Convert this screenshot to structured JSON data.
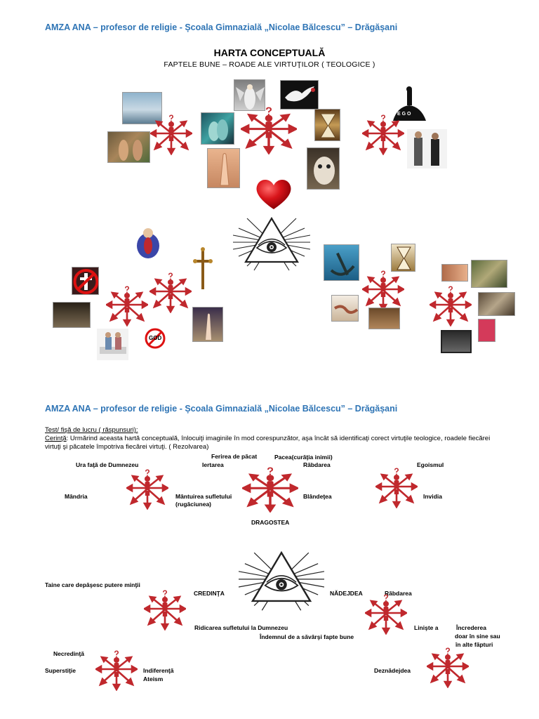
{
  "page": {
    "header_top": "AMZA ANA – profesor de religie - Școala Gimnazială „Nicolae Bălcescu” – Drăgășani",
    "title": "HARTA CONCEPTUALĂ",
    "subtitle": "FAPTELE BUNE – ROADE ALE VIRTUŢILOR  ( TEOLOGICE )",
    "header_bottom": "AMZA ANA – profesor de religie - Școala Gimnazială „Nicolae Bălcescu” – Drăgășani"
  },
  "top_images": {
    "ego_text": "E G O",
    "no_god_text": "GOD"
  },
  "test": {
    "heading": "Test/ fişă de lucru ( răspunsuri):",
    "instruction_label": "Cerinţă",
    "instruction_text": ": Urmărind aceasta hartă conceptuală, înlocuiţi imaginile în mod corespunzător, aşa încât să identificaţi corect virtuţile teologice, roadele fiecărei virtuţi şi păcatele împotriva fiecărei virtuţi. ( Rezolvarea)"
  },
  "labels": {
    "ura": "Ura faţă de Dumnezeu",
    "mandria": "Mândria",
    "ferirea": "Ferirea de păcat",
    "iertarea": "Iertarea",
    "mantuirea_1": "Mântuirea sufletului",
    "mantuirea_2": "(rugăciunea)",
    "pacea": "Pacea(curăţia inimii)",
    "rabdarea_top": "Răbdarea",
    "blandetea": "Blândeţea",
    "egoismul": "Egoismul",
    "invidia": "Invidia",
    "dragostea": "DRAGOSTEA",
    "taine": "Taine care depăşesc putere minţii",
    "credinta": "CREDINŢA",
    "nadejdea": "NĂDEJDEA",
    "rabdarea_bottom": "Răbdarea",
    "ridicarea": "Ridicarea sufletului  la Dumnezeu",
    "indemnul": "Îndemnul de a săvârşi fapte bune",
    "linistea": "Linişte a",
    "increderea_1": "Încrederea",
    "increderea_2": "doar în sine sau",
    "increderea_3": "în alte făpturi",
    "necredinta": "Necredinţă",
    "superstitie": "Superstiţie",
    "indiferenta_1": "Indiferenţă",
    "indiferenta_2": "Ateism",
    "deznadejdea": "Deznădejdea"
  },
  "colors": {
    "header_blue": "#2e74b5",
    "figure_red": "#c0282d",
    "heart_red": "#d8141a"
  }
}
